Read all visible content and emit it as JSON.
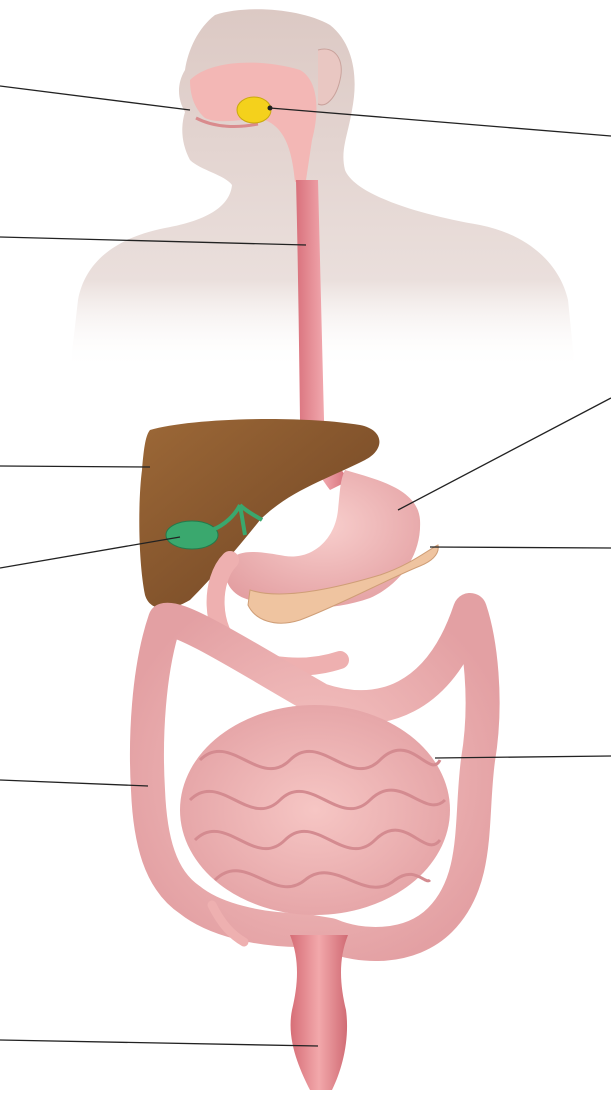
{
  "diagram": {
    "kind": "unlabeled anatomical figure",
    "regions": [
      {
        "name": "mouth",
        "color": "#f3b7b5"
      },
      {
        "name": "salivary-gland",
        "color": "#f4d11c"
      },
      {
        "name": "esophagus",
        "color": "#e7878f"
      },
      {
        "name": "liver",
        "color": "#8b5a2f"
      },
      {
        "name": "gallbladder",
        "color": "#3aa86e"
      },
      {
        "name": "stomach",
        "color": "#f0b3b2"
      },
      {
        "name": "pancreas",
        "color": "#efc4a0"
      },
      {
        "name": "large-intestine",
        "color": "#f2b6b3"
      },
      {
        "name": "small-intestine",
        "color": "#eeb0b0"
      },
      {
        "name": "rectum",
        "color": "#e58a8d"
      }
    ],
    "skin_color": "#e8d7d3",
    "leader_line_color": "#222222",
    "left_leader_count": 6,
    "right_leader_count": 4
  }
}
